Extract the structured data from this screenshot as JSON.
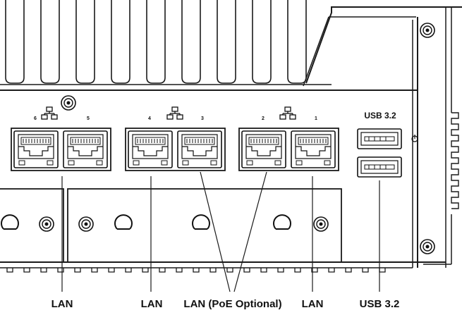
{
  "port_labels": {
    "lan_group_1": {
      "left": "6",
      "right": "5"
    },
    "lan_group_2": {
      "left": "4",
      "right": "3"
    },
    "lan_group_3": {
      "left": "2",
      "right": "1"
    }
  },
  "usb_header": "USB 3.2",
  "callouts": {
    "lan_1": "LAN",
    "lan_2": "LAN",
    "lan_poe": "LAN (PoE Optional)",
    "lan_3": "LAN",
    "usb": "USB 3.2"
  },
  "icons": [
    "network-icon",
    "power-icon",
    "screw-icon"
  ]
}
